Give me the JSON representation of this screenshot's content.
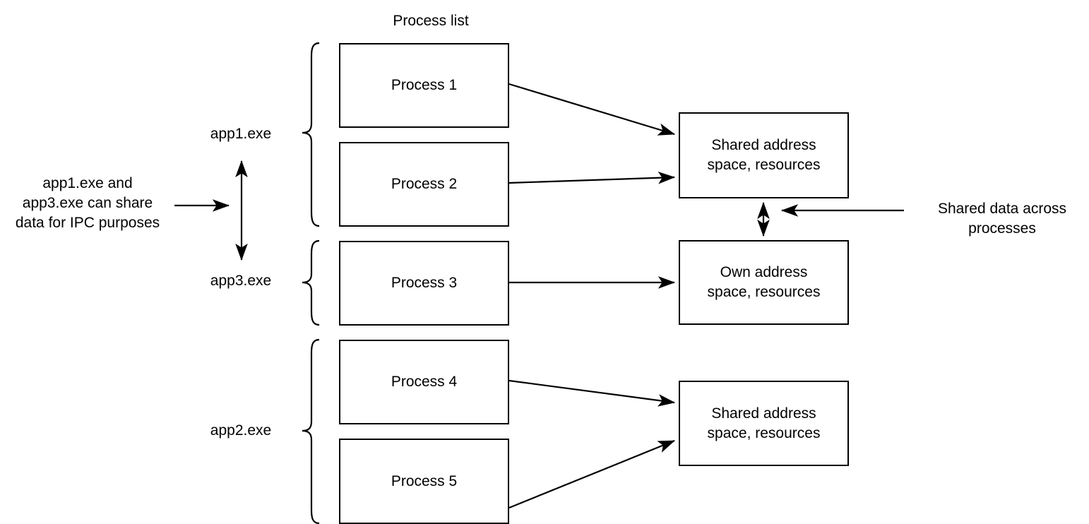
{
  "diagram": {
    "title": "Process list",
    "process_boxes": [
      {
        "id": "process-1",
        "label": "Process 1"
      },
      {
        "id": "process-2",
        "label": "Process 2"
      },
      {
        "id": "process-3",
        "label": "Process 3"
      },
      {
        "id": "process-4",
        "label": "Process 4"
      },
      {
        "id": "process-5",
        "label": "Process 5"
      }
    ],
    "memory_boxes": [
      {
        "id": "shared-address-space-top",
        "line1": "Shared address",
        "line2": "space, resources"
      },
      {
        "id": "own-address-space",
        "line1": "Own address",
        "line2": "space, resources"
      },
      {
        "id": "shared-address-space-bottom",
        "line1": "Shared address",
        "line2": "space, resources"
      }
    ],
    "app_labels": [
      {
        "id": "app1",
        "label": "app1.exe"
      },
      {
        "id": "app3",
        "label": "app3.exe"
      },
      {
        "id": "app2",
        "label": "app2.exe"
      }
    ],
    "annotations": {
      "ipc_note": {
        "line1": "app1.exe and",
        "line2": "app3.exe can share",
        "line3": "data for IPC purposes"
      },
      "shared_data_note": {
        "line1": "Shared data across",
        "line2": "processes"
      }
    },
    "colors": {
      "stroke": "#000000",
      "fill": "#ffffff",
      "text": "#000000"
    }
  }
}
